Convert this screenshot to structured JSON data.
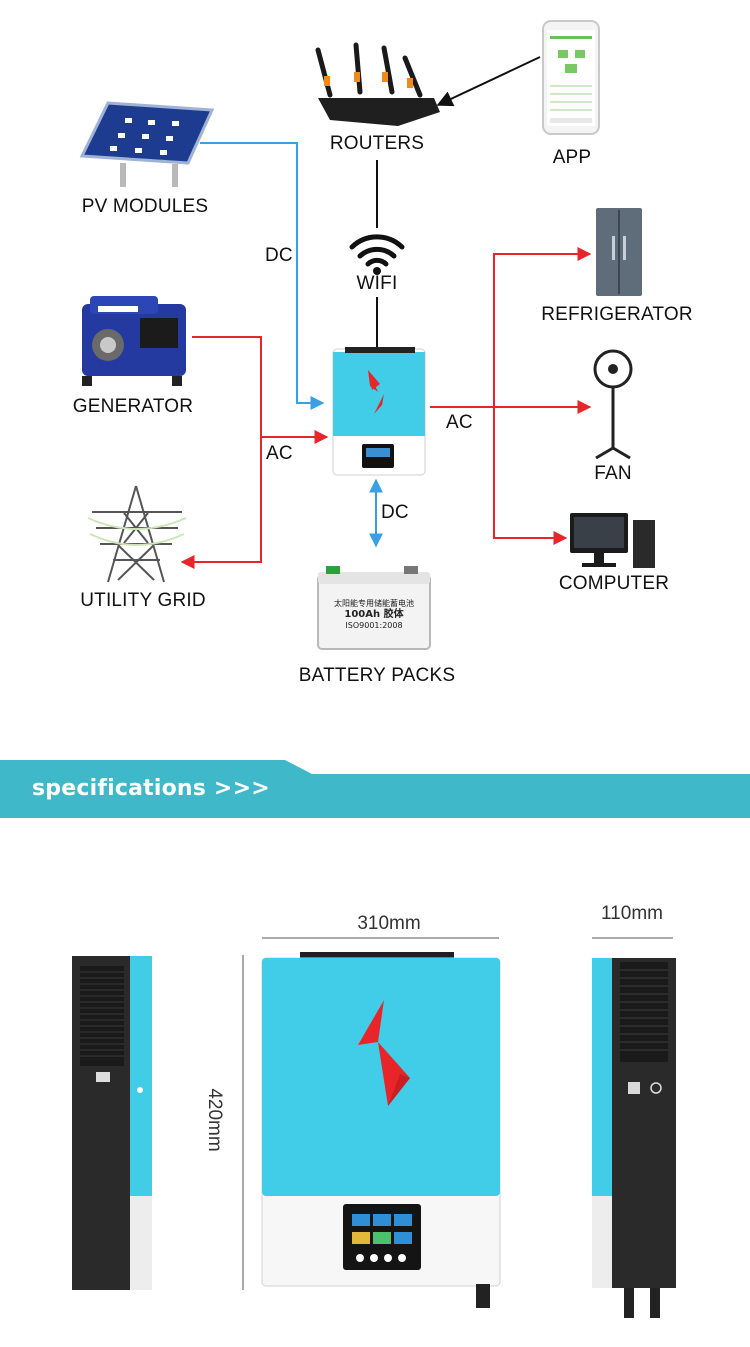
{
  "diagram": {
    "nodes": {
      "pv": "PV MODULES",
      "routers": "ROUTERS",
      "app": "APP",
      "wifi": "WIFI",
      "generator": "GENERATOR",
      "grid": "UTILITY GRID",
      "battery": "BATTERY PACKS",
      "refrigerator": "REFRIGERATOR",
      "fan": "FAN",
      "computer": "COMPUTER"
    },
    "edge_labels": {
      "pv_dc": "DC",
      "gen_ac": "AC",
      "load_ac": "AC",
      "battery_dc": "DC"
    },
    "battery_text": {
      "line1": "太阳能专用储能蓄电池",
      "line2": "100Ah 胶体",
      "line3": "ISO9001:2008"
    },
    "colors": {
      "dc_line": "#3aa0e6",
      "ac_line": "#e8262a",
      "accent": "#3fc2d6",
      "inverter_top": "#41cde7"
    }
  },
  "section": {
    "title": "specifications >>>"
  },
  "dimensions": {
    "width": "310mm",
    "height": "420mm",
    "depth": "110mm"
  }
}
